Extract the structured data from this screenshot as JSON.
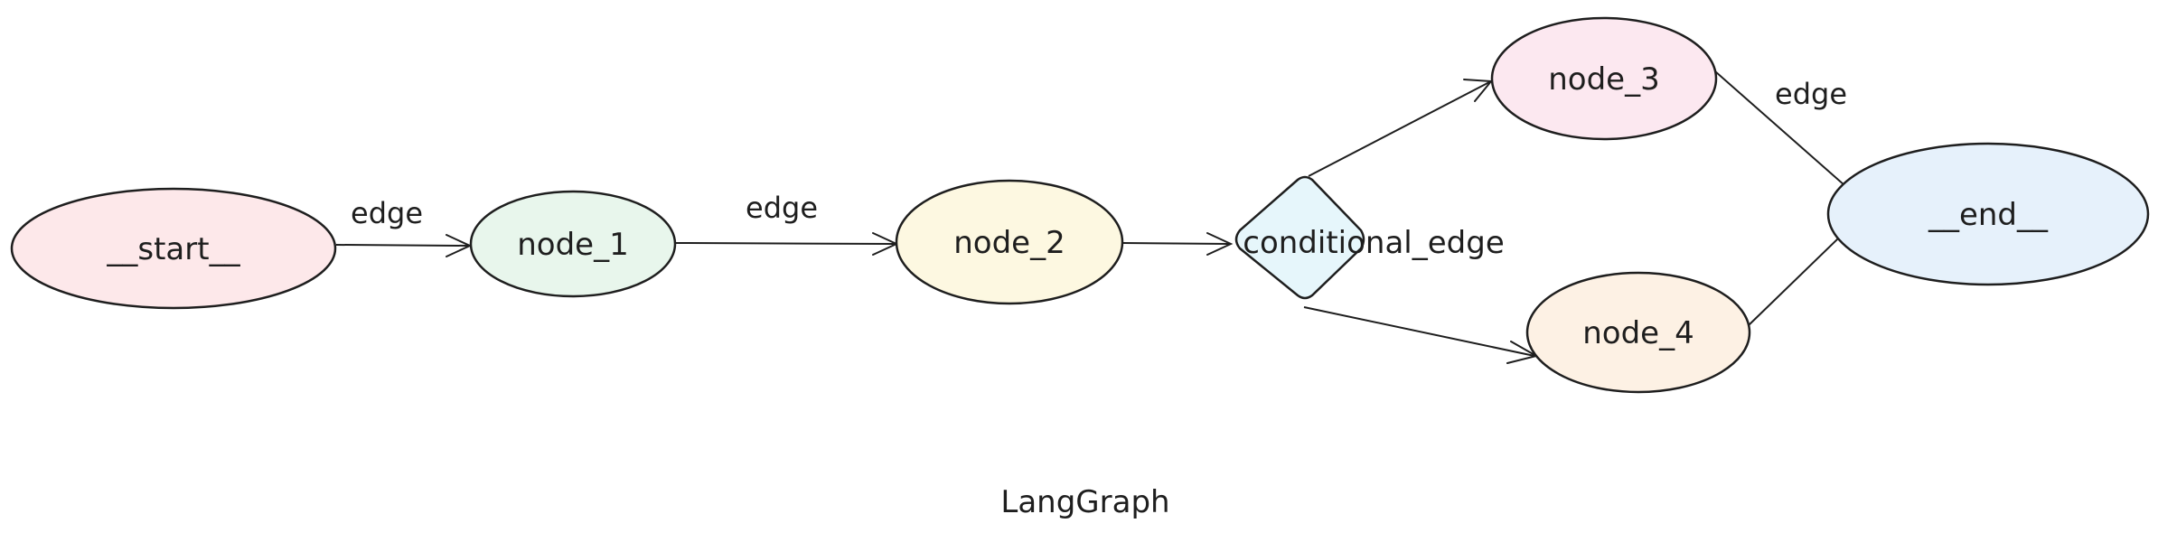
{
  "nodes": {
    "start": {
      "label": "__start__",
      "fill": "#fde8ea"
    },
    "node_1": {
      "label": "node_1",
      "fill": "#e8f6ec"
    },
    "node_2": {
      "label": "node_2",
      "fill": "#fdf8e1"
    },
    "conditional": {
      "label": "conditional_edge",
      "fill": "#e6f6fb"
    },
    "node_3": {
      "label": "node_3",
      "fill": "#fce8f0"
    },
    "node_4": {
      "label": "node_4",
      "fill": "#fdf1e4"
    },
    "end": {
      "label": "__end__",
      "fill": "#e6f1fb"
    }
  },
  "edges": {
    "start_to_node_1": "edge",
    "node_1_to_node_2": "edge",
    "node_3_to_end": "edge"
  },
  "caption": "LangGraph",
  "colors": {
    "stroke": "#1e1e1e",
    "background": "#ffffff"
  }
}
